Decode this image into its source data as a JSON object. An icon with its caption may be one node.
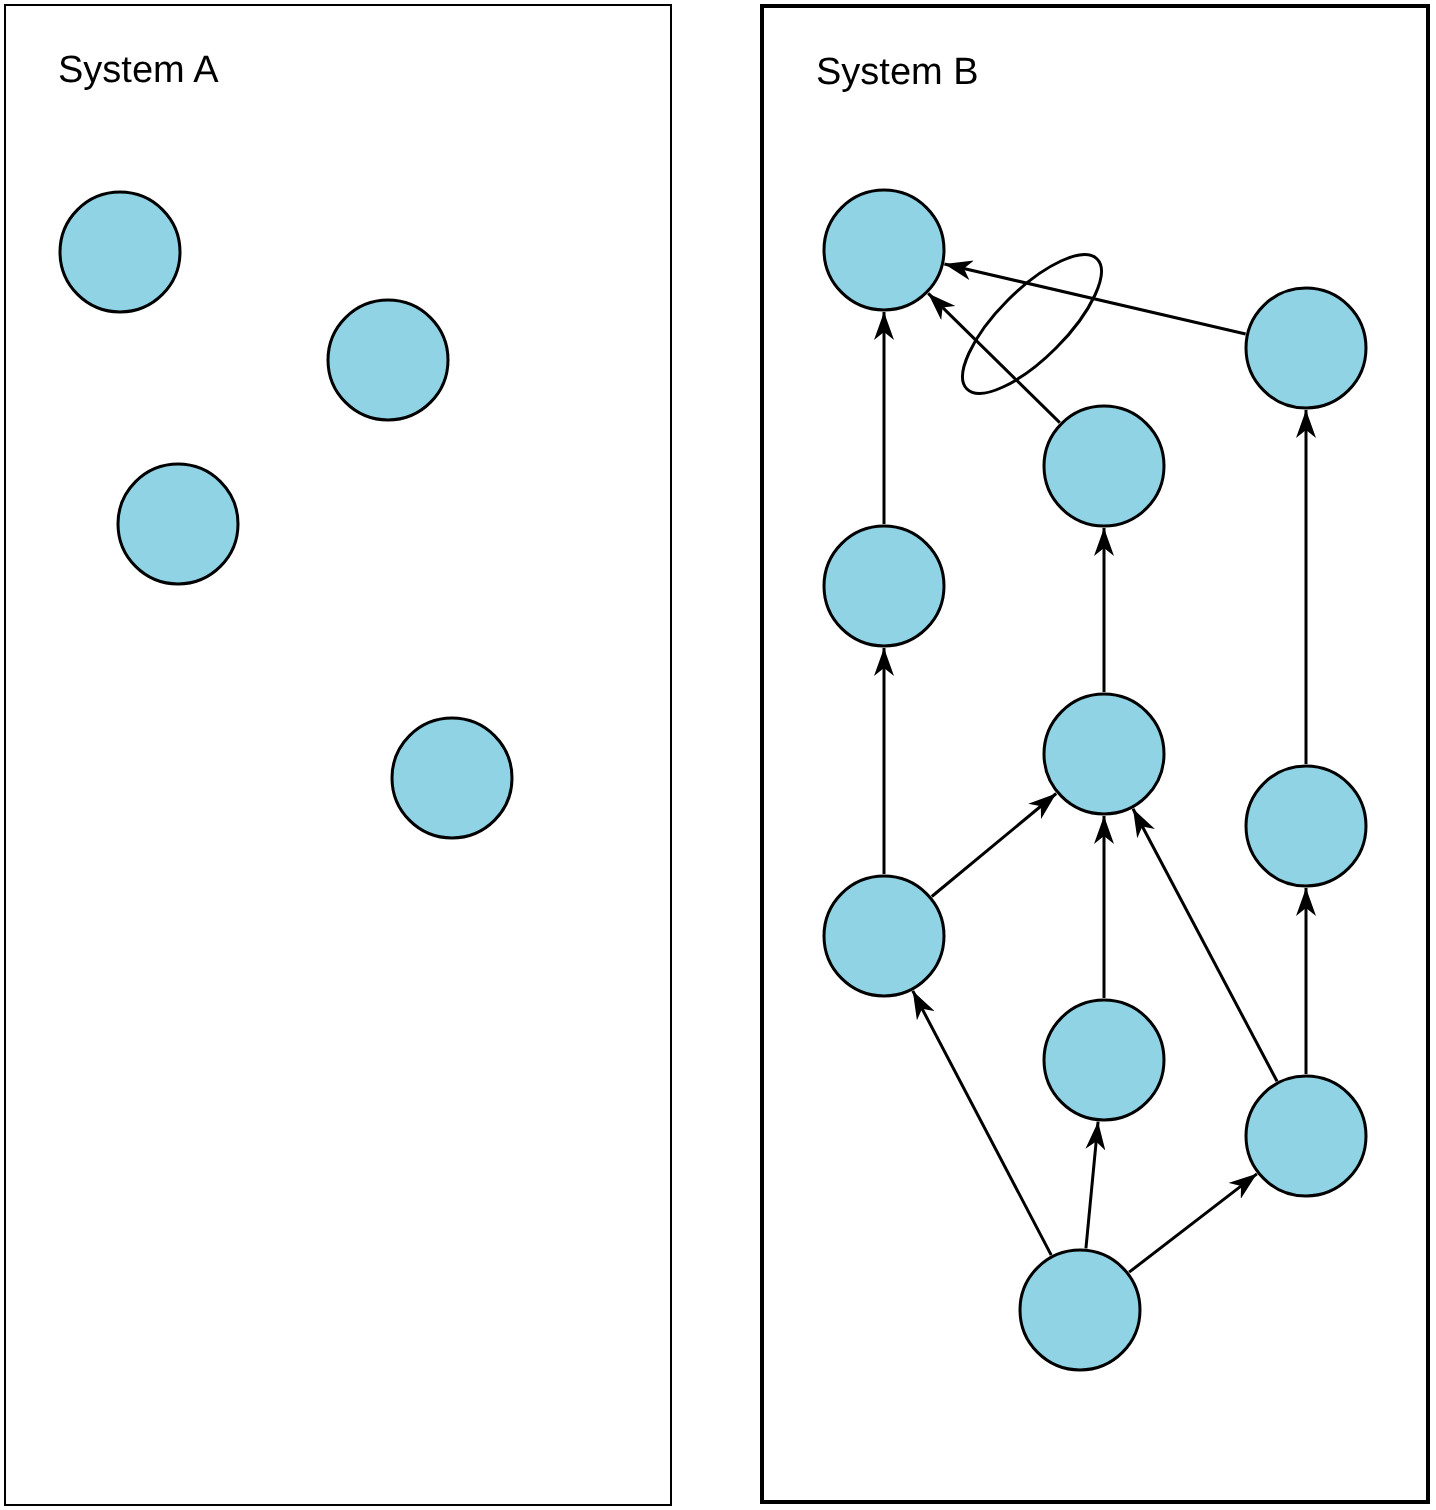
{
  "diagram": {
    "nodes": [
      {
        "text": [
          "System A"
        ]
      },
      {
        "text": [],
        "shape": "circle",
        "in": 0
      },
      {
        "text": [],
        "shape": "circle",
        "in": 0
      },
      {
        "text": [],
        "shape": "circle",
        "in": 0
      },
      {
        "text": [],
        "shape": "circle",
        "in": 0
      },
      {
        "text": [
          "System B"
        ]
      },
      {
        "text": [],
        "shape": "circle",
        "in": 5
      },
      {
        "text": [],
        "shape": "circle",
        "in": 5
      },
      {
        "text": [],
        "shape": "circle",
        "in": 5
      },
      {
        "text": [],
        "shape": "circle",
        "in": 5
      },
      {
        "text": [],
        "shape": "circle",
        "in": 5
      },
      {
        "text": [],
        "shape": "circle",
        "in": 5
      },
      {
        "text": [],
        "shape": "circle",
        "in": 5
      },
      {
        "text": [],
        "shape": "circle",
        "in": 5
      },
      {
        "text": [],
        "shape": "circle",
        "in": 5
      },
      {
        "text": [],
        "shape": "circle",
        "in": 5
      }
    ],
    "edges": [
      {
        "from": 15,
        "to": 12,
        "arrow": "to"
      },
      {
        "from": 15,
        "to": 13,
        "arrow": "to"
      },
      {
        "from": 15,
        "to": 14,
        "arrow": "to"
      },
      {
        "from": 14,
        "to": 11,
        "arrow": "to"
      },
      {
        "from": 14,
        "to": 10,
        "arrow": "to"
      },
      {
        "from": 13,
        "to": 10,
        "arrow": "to"
      },
      {
        "from": 12,
        "to": 10,
        "arrow": "to"
      },
      {
        "from": 12,
        "to": 9,
        "arrow": "to"
      },
      {
        "from": 9,
        "to": 6,
        "arrow": "to"
      },
      {
        "from": 10,
        "to": 8,
        "arrow": "to"
      },
      {
        "from": 11,
        "to": 7,
        "arrow": "to"
      },
      {
        "from": 8,
        "to": 6,
        "arrow": "to"
      },
      {
        "from": 7,
        "to": 6,
        "arrow": "to"
      }
    ]
  }
}
